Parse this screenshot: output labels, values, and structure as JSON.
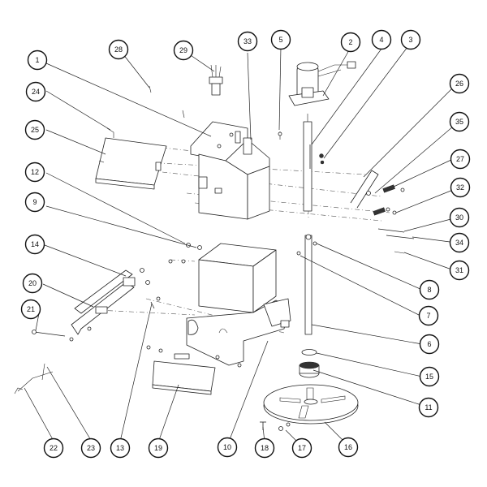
{
  "callouts": [
    "1",
    "2",
    "3",
    "4",
    "5",
    "6",
    "7",
    "8",
    "9",
    "10",
    "11",
    "12",
    "13",
    "14",
    "15",
    "16",
    "17",
    "18",
    "19",
    "20",
    "21",
    "22",
    "23",
    "24",
    "25",
    "26",
    "27",
    "28",
    "29",
    "30",
    "31",
    "32",
    "33",
    "34",
    "35"
  ]
}
